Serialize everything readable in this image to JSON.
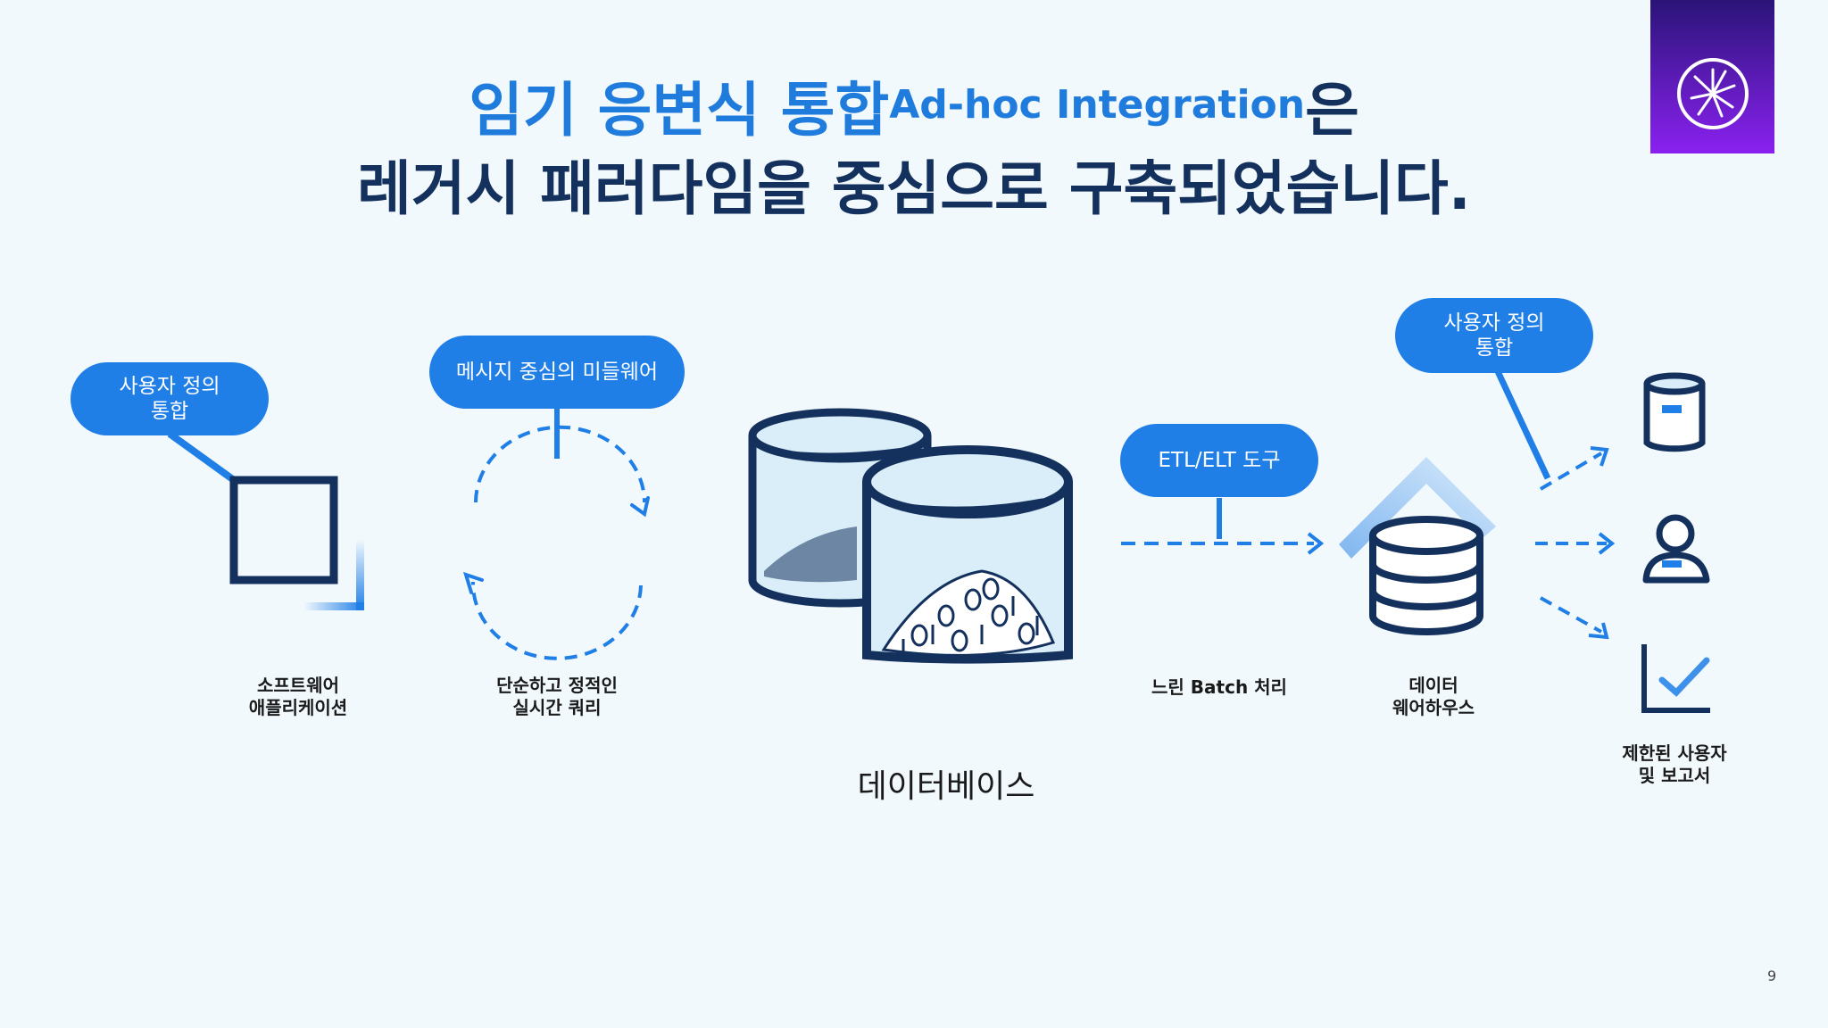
{
  "title": {
    "line1_ko": "임기 응변식 통합",
    "line1_en": "Ad-hoc Integration",
    "line1_tail": "은",
    "line2": "레거시 패러다임을 중심으로 구축되었습니다."
  },
  "bubbles": {
    "custom_integration_1": "사용자 정의\n통합",
    "message_middleware": "메시지 중심의 미들웨어",
    "etl_tools": "ETL/ELT 도구",
    "custom_integration_2": "사용자 정의\n통합"
  },
  "labels": {
    "software_app": "소프트웨어\n애플리케이션",
    "simple_queries": "단순하고 정적인\n실시간 쿼리",
    "database": "데이터베이스",
    "slow_batch": "느린 Batch 처리",
    "data_warehouse": "데이터\n웨어하우스",
    "limited_users": "제한된 사용자\n및 보고서"
  },
  "page_number": "9",
  "colors": {
    "accent_blue": "#1f7fe6",
    "navy": "#14315e",
    "background": "#f2f9fd",
    "logo_top": "#2a1478",
    "logo_bottom": "#8a21f0"
  }
}
